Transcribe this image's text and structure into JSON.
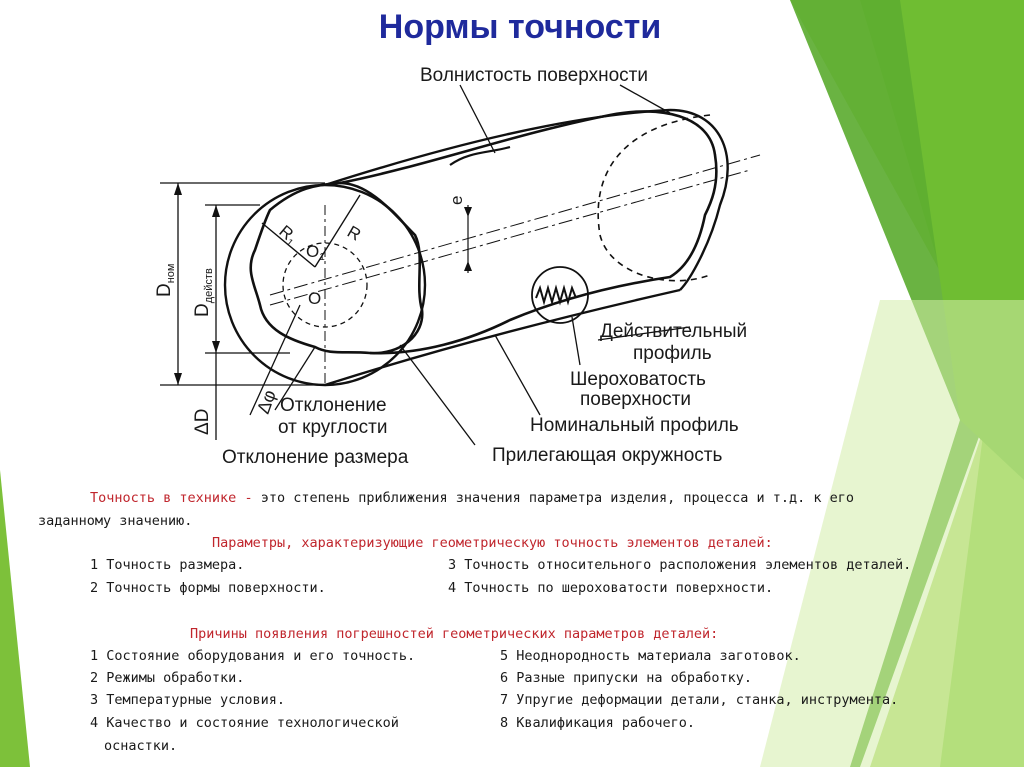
{
  "title": "Нормы точности",
  "diagram": {
    "surface_waviness": "Волнистость поверхности",
    "actual_profile_l1": "Действительный",
    "actual_profile_l2": "профиль",
    "roughness_l1": "Шероховатость",
    "roughness_l2": "поверхности",
    "nominal_profile": "Номинальный профиль",
    "adjacent_circle": "Прилегающая окружность",
    "roundness_dev_l1": "Отклонение",
    "roundness_dev_l2": "от круглости",
    "size_dev": "Отклонение размера",
    "d_nom": "D",
    "d_nom_sub": "ном",
    "d_act": "D",
    "d_act_sub": "действ",
    "delta_d": "ΔD",
    "delta_phi": "Δφ",
    "e": "e",
    "r": "R",
    "r1": "R",
    "r1_sub": "1",
    "o": "O",
    "o1": "O",
    "o1_sub": "1"
  },
  "text": {
    "def_term": "Точность в технике",
    "def_dash": " - ",
    "def_rest": " это степень приближения значения параметра изделия, процесса и т.д. к его",
    "def_cont": "заданному значению.",
    "params_heading": "Параметры, характеризующие геометрическую точность элементов деталей:",
    "params": [
      "1 Точность размера.",
      "2 Точность формы поверхности.",
      "3 Точность относительного расположения элементов деталей.",
      "4 Точность по шероховатости поверхности."
    ],
    "causes_heading": "Причины появления погрешностей геометрических параметров деталей:",
    "causes": [
      "1 Состояние оборудования и его точность.",
      "2 Режимы обработки.",
      "3 Температурные условия.",
      "4 Качество и состояние технологической",
      "оснастки.",
      "5 Неоднородность материала заготовок.",
      "6 Разные припуски на обработку.",
      "7 Упругие деформации детали, станка, инструмента.",
      "8 Квалификация рабочего."
    ]
  },
  "colors": {
    "title": "#1f2a9c",
    "accent_red": "#c0262d",
    "green_dark": "#2e7d1a",
    "green_mid": "#5aab2d",
    "green_light": "#8fcf45"
  }
}
